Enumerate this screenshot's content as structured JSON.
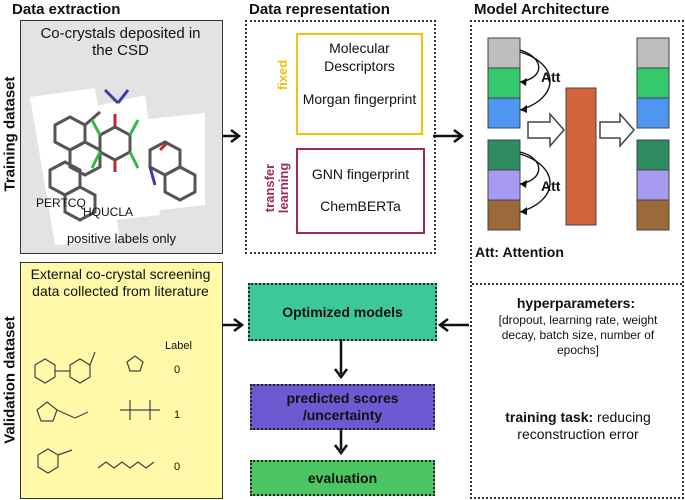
{
  "sections": {
    "data_extraction": "Data extraction",
    "data_representation": "Data representation",
    "model_architecture": "Model Architecture"
  },
  "side_labels": {
    "training": "Training dataset",
    "validation": "Validation dataset"
  },
  "training_panel": {
    "title": "Co-crystals deposited in the CSD",
    "code1": "PERTCQ",
    "code2": "HQUCLA",
    "footer": "positive labels only"
  },
  "representation": {
    "fixed_label": "fixed",
    "fixed_item1": "Molecular Descriptors",
    "fixed_item2": "Morgan fingerprint",
    "transfer_label_line1": "transfer",
    "transfer_label_line2": "learning",
    "transfer_item1": "GNN fingerprint",
    "transfer_item2": "ChemBERTa"
  },
  "architecture": {
    "att1": "Att",
    "att2": "Att",
    "legend": "Att: Attention"
  },
  "validation_panel": {
    "title": "External co-crystal screening data collected from literature",
    "label_header": "Label",
    "labels": [
      "0",
      "1",
      "0"
    ]
  },
  "pipeline": {
    "optimized": "Optimized models",
    "predicted": "predicted scores /uncertainty",
    "evaluation": "evaluation"
  },
  "hyper": {
    "title": "hyperparameters:",
    "params": "[dropout, learning rate, weight decay, batch size, number of epochs]",
    "task_bold": "training task:",
    "task_rest": " reducing reconstruction error"
  },
  "colors": {
    "fixed": "#f2c20f",
    "transfer": "#a02a5e",
    "optimized": "#3ec79b",
    "predicted": "#6d59d1",
    "evaluation": "#4ec563",
    "encoder": "#d4643b"
  }
}
